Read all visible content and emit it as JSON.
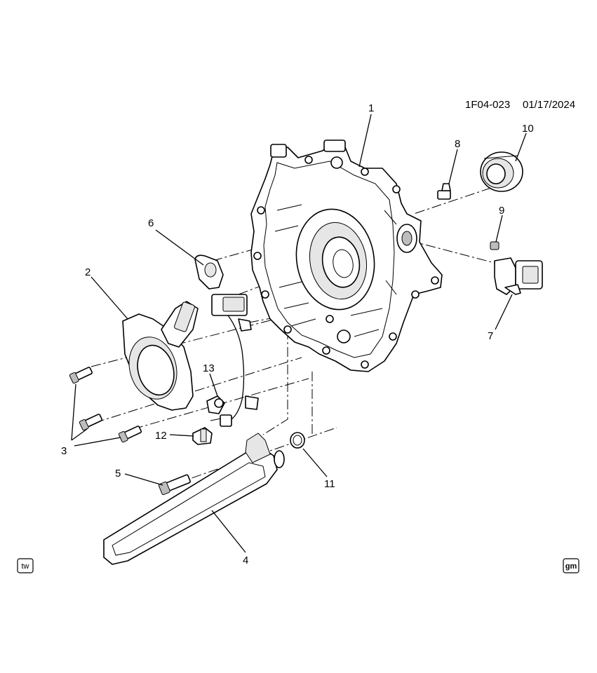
{
  "diagram": {
    "doc_id": "1F04-023",
    "date": "01/17/2024",
    "left_badge": "tw",
    "right_badge": "gm",
    "callouts": [
      "1",
      "2",
      "3",
      "4",
      "5",
      "6",
      "7",
      "8",
      "9",
      "10",
      "11",
      "12",
      "13"
    ]
  }
}
